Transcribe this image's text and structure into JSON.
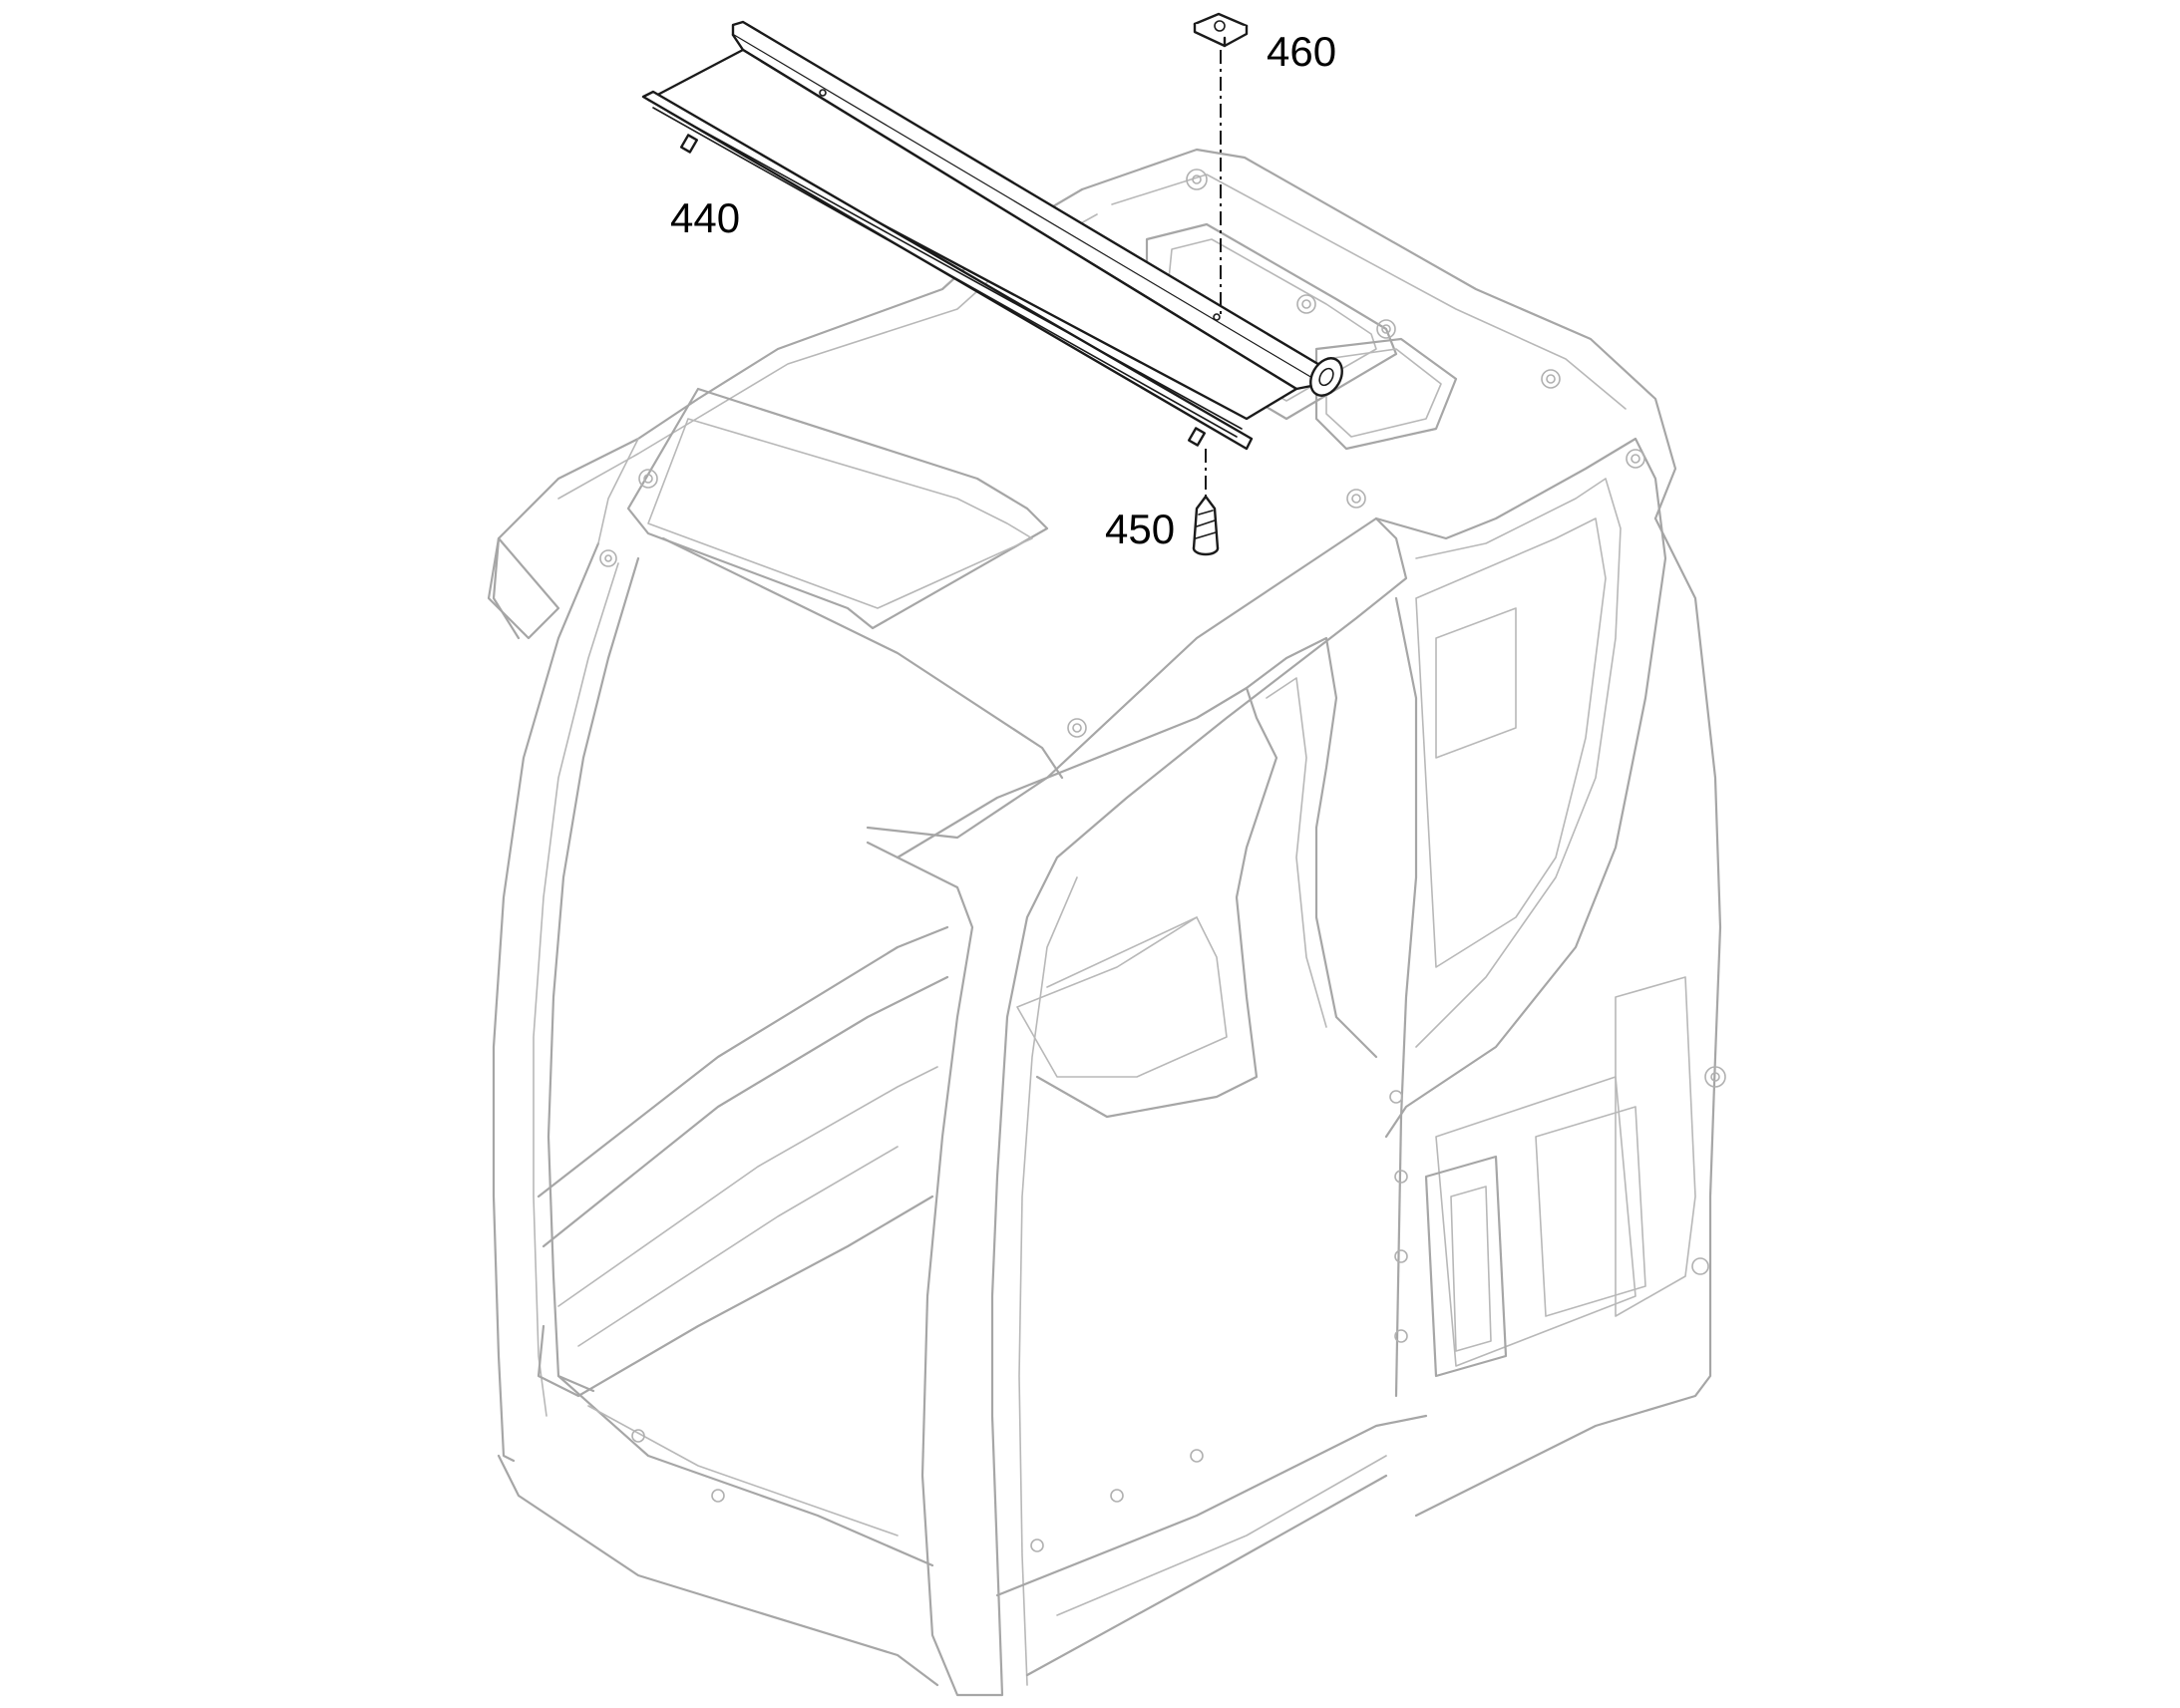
{
  "callouts": {
    "p440": "440",
    "p450": "450",
    "p460": "460"
  },
  "colors": {
    "background": "#ffffff",
    "cab_outline": "#a6a6a6",
    "part_outline": "#1a1a1a",
    "label_text": "#000000"
  }
}
